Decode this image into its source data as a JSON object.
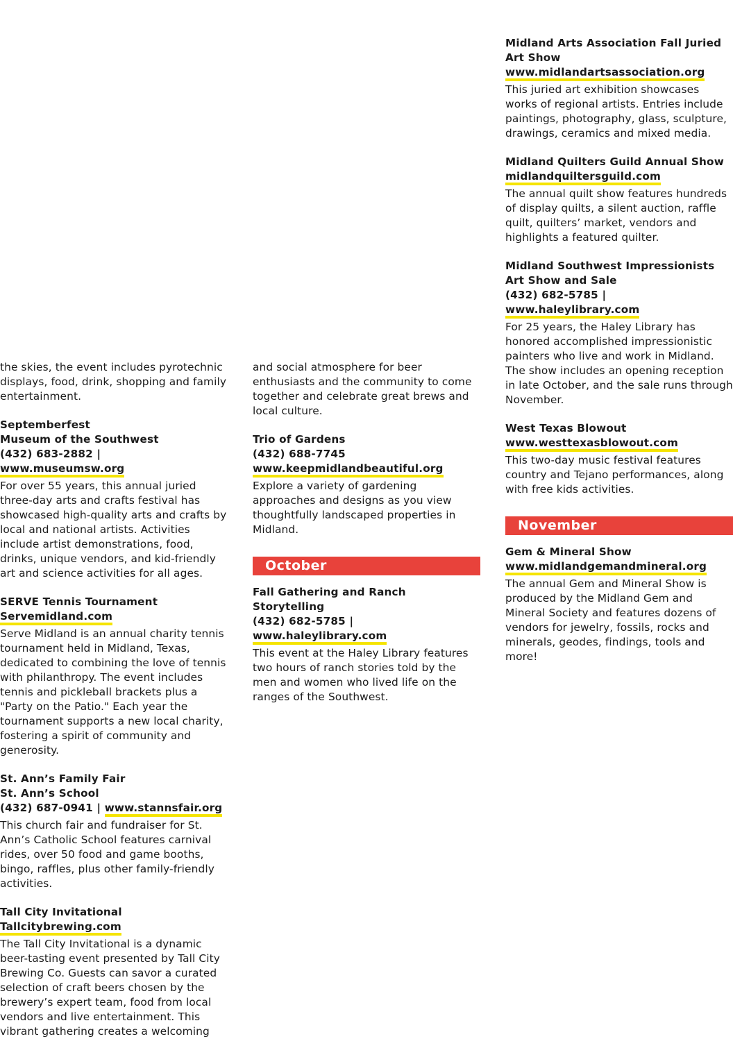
{
  "col1": {
    "intro": "the skies, the event includes pyrotechnic displays, food, drink, shopping and family entertainment.",
    "septemberfest": {
      "title": "Septemberfest",
      "venue": "Museum of the Southwest",
      "phone": "(432) 683-2882",
      "url": "www.museumsw.org",
      "desc": "For over 55 years, this annual juried three-day arts and crafts festival has showcased high-quality arts and crafts by local and national artists. Activities include artist demonstrations, food, drinks, unique vendors, and kid-friendly art and science activities for all ages."
    },
    "serve": {
      "title": "SERVE Tennis Tournament",
      "url": "Servemidland.com",
      "desc": "Serve Midland is an annual charity tennis tournament held in Midland, Texas, dedicated to combining the love of tennis with philanthropy. The event includes tennis and pickleball brackets plus a \"Party on the Patio.\" Each year the tournament supports a new local charity, fostering a spirit of community and generosity."
    },
    "stann": {
      "title": "St. Ann’s Family Fair",
      "venue": "St. Ann’s School",
      "phone": "(432) 687-0941",
      "url": "www.stannsfair.org",
      "desc": "This church fair and fundraiser for St. Ann’s Catholic School features carnival rides, over 50 food and game booths, bingo, raffles, plus other family-friendly activities."
    },
    "tallcity": {
      "title": "Tall City Invitational",
      "url": "Tallcitybrewing.com",
      "desc": "The Tall City Invitational is a dynamic beer-tasting event presented by Tall City Brewing Co. Guests can savor a curated selection of craft beers chosen by the brewery’s expert team, food from local vendors and live entertainment. This vibrant gathering creates a welcoming"
    }
  },
  "col2": {
    "intro": "and social atmosphere for beer enthusiasts and the community to come together and celebrate great brews and local culture.",
    "trio": {
      "title": "Trio of Gardens",
      "phone": "(432) 688-7745",
      "url": "www.keepmidlandbeautiful.org",
      "desc": "Explore a variety of gardening approaches and designs as you view thoughtfully landscaped properties in Midland."
    },
    "october_label": "October",
    "fall": {
      "title": "Fall Gathering and Ranch Storytelling",
      "phone": "(432) 682-5785",
      "url": "www.haleylibrary.com",
      "desc": "This event at the Haley Library features two hours of ranch stories told by the men and women who lived life on the ranges of the Southwest."
    }
  },
  "col3": {
    "maa": {
      "title": "Midland Arts Association Fall Juried Art Show",
      "url": "www.midlandartsassociation.org",
      "desc": "This juried art exhibition showcases works of regional artists. Entries include paintings, photography, glass, sculpture, drawings, ceramics and mixed media."
    },
    "quilters": {
      "title": "Midland Quilters Guild Annual Show",
      "url": "midlandquiltersguild.com",
      "desc": "The annual quilt show features hundreds of display quilts, a silent auction, raffle quilt, quilters’ market, vendors and highlights a featured quilter."
    },
    "impressionists": {
      "title": "Midland Southwest Impressionists Art Show and Sale",
      "phone": "(432) 682-5785",
      "url": "www.haleylibrary.com",
      "desc": "For 25 years, the Haley Library has honored accomplished impressionistic painters who live and work in Midland. The show includes an opening reception in late October, and the sale runs through November."
    },
    "blowout": {
      "title": "West Texas Blowout",
      "url": "www.westtexasblowout.com",
      "desc": "This two-day music festival features country and Tejano performances, along with free kids activities."
    },
    "november_label": "November",
    "gem": {
      "title": "Gem & Mineral Show",
      "url": "www.midlandgemandmineral.org",
      "desc": "The annual Gem and Mineral Show is produced by the Midland Gem and Mineral Society and features dozens of vendors for jewelry, fossils, rocks and minerals, geodes, findings, tools and more!"
    }
  },
  "separator": " | ",
  "colors": {
    "accent": "#e8423b",
    "link_underline": "#f5e400",
    "text": "#1b1b1b"
  }
}
